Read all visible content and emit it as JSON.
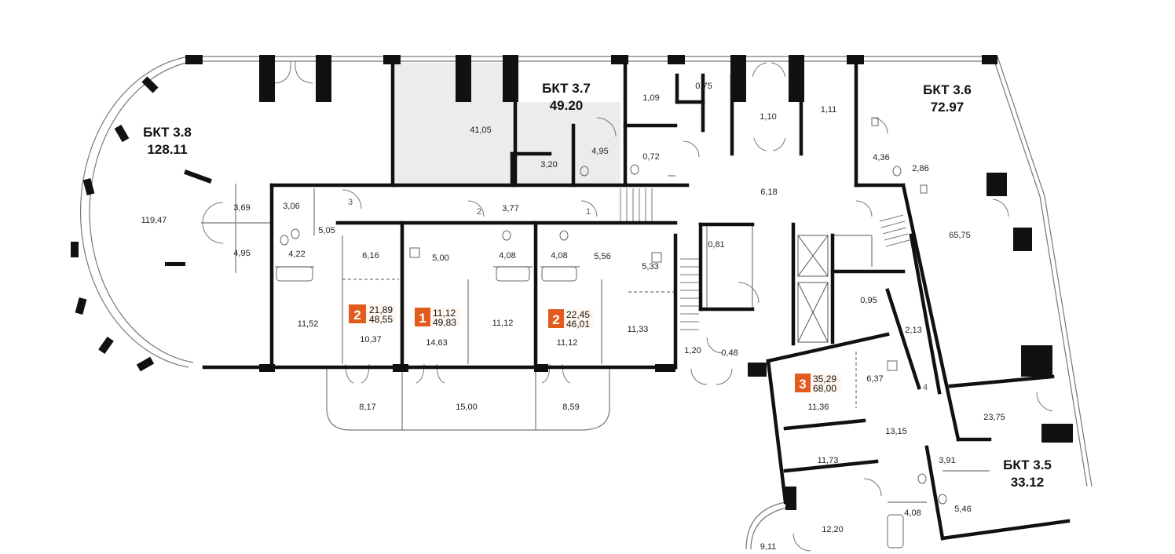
{
  "colors": {
    "wall": "#111111",
    "thin_line": "#777777",
    "highlight_fill": "#ececec",
    "badge": "#e35b1d"
  },
  "bkt_labels": [
    {
      "name": "БКТ 3.8",
      "area": "128.11"
    },
    {
      "name": "БКТ 3.7",
      "area": "49.20"
    },
    {
      "name": "БКТ 3.6",
      "area": "72.97"
    },
    {
      "name": "БКТ 3.5",
      "area": "33.12"
    }
  ],
  "apartments": [
    {
      "rooms": "2",
      "living": "21,89",
      "total": "48,55"
    },
    {
      "rooms": "1",
      "living": "11,12",
      "total": "49,83"
    },
    {
      "rooms": "2",
      "living": "22,45",
      "total": "46,01"
    },
    {
      "rooms": "3",
      "living": "35,29",
      "total": "68,00"
    }
  ],
  "door_numbers": [
    "3",
    "2",
    "1",
    "4"
  ],
  "room_areas": [
    "119,47",
    "3,69",
    "4,95",
    "3,06",
    "5,05",
    "4,22",
    "6,16",
    "11,52",
    "10,37",
    "8,17",
    "41,05",
    "3,20",
    "4,95",
    "1,09",
    "0,75",
    "0,72",
    "1,10",
    "1,11",
    "3,77",
    "5,00",
    "4,08",
    "4,08",
    "5,56",
    "5,33",
    "14,63",
    "11,12",
    "11,12",
    "11,33",
    "15,00",
    "8,59",
    "0,81",
    "1,20",
    "0,48",
    "6,18",
    "4,36",
    "2,86",
    "65,75",
    "0,95",
    "2,13",
    "6,37",
    "11,36",
    "13,15",
    "23,75",
    "11,73",
    "3,91",
    "4,08",
    "5,46",
    "12,20",
    "9,11"
  ]
}
